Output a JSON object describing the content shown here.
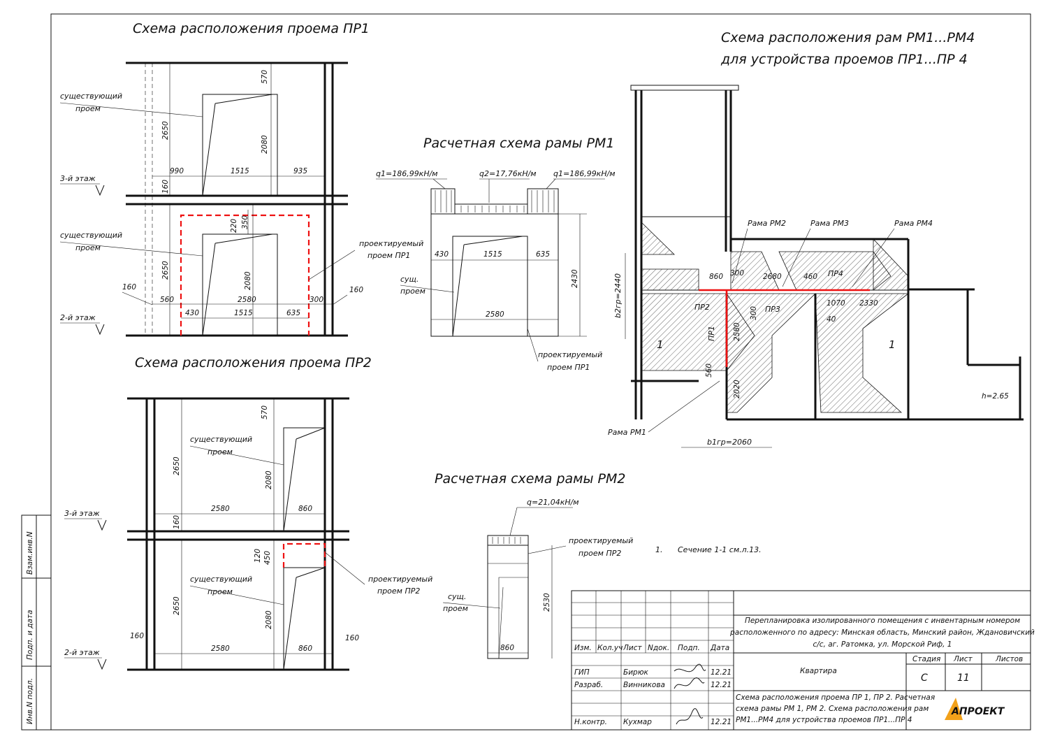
{
  "titles": {
    "pr1_scheme": "Схема расположения проема ПР1",
    "pr2_scheme": "Схема расположения проема ПР2",
    "frames_line1": "Схема расположения рам РМ1...РМ4",
    "frames_line2": "для устройства проемов ПР1...ПР 4",
    "rm1_calc": "Расчетная схема рамы РМ1",
    "rm2_calc": "Расчетная схема рамы РМ2"
  },
  "pr1": {
    "existing_opening_1": "существующий",
    "existing_opening_2": "проем",
    "floor3": "3-й этаж",
    "floor2": "2-й этаж",
    "designed_1": "проектируемый",
    "designed_2": "проем ПР1",
    "dims": {
      "d570": "570",
      "d2650a": "2650",
      "d2080a": "2080",
      "d990": "990",
      "d1515a": "1515",
      "d935": "935",
      "d160a": "160",
      "d220": "220",
      "d350": "350",
      "d2650b": "2650",
      "d2080b": "2080",
      "d160b": "160",
      "d560": "560",
      "d2580": "2580",
      "d300": "300",
      "d160c": "160",
      "d430": "430",
      "d1515b": "1515",
      "d635": "635"
    }
  },
  "pr2": {
    "existing_opening_1": "существующий",
    "existing_opening_2": "проем",
    "floor3": "3-й этаж",
    "floor2": "2-й этаж",
    "designed_1": "проектируемый",
    "designed_2": "проем ПР2",
    "dims": {
      "d570": "570",
      "d2650a": "2650",
      "d2080a": "2080",
      "d2580a": "2580",
      "d860a": "860",
      "d160a": "160",
      "d120": "120",
      "d450": "450",
      "d2650b": "2650",
      "d2080b": "2080",
      "d160b": "160",
      "d2580b": "2580",
      "d860b": "860",
      "d160c": "160"
    }
  },
  "rm1": {
    "q1_left": "q1=186,99кН/м",
    "q2": "q2=17,76кН/м",
    "q1_right": "q1=186,99кН/м",
    "d430": "430",
    "d1515": "1515",
    "d635": "635",
    "d2430": "2430",
    "d2580": "2580",
    "existing_1": "сущ.",
    "existing_2": "проем",
    "designed_1": "проектируемый",
    "designed_2": "проем ПР1"
  },
  "rm2": {
    "q": "q=21,04кН/м",
    "designed_1": "проектируемый",
    "designed_2": "проем ПР2",
    "existing_1": "сущ.",
    "existing_2": "проем",
    "d2530": "2530",
    "d860": "860"
  },
  "note": {
    "num": "1.",
    "text": "Сечение 1-1 см.л.13."
  },
  "plan": {
    "rama_pm2": "Рама РМ2",
    "rama_pm3": "Рама РМ3",
    "rama_pm4": "Рама РМ4",
    "rama_pm1": "Рама РМ1",
    "pr1": "ПР1",
    "pr2": "ПР2",
    "pr3": "ПР3",
    "pr4": "ПР4",
    "d860": "860",
    "d300a": "300",
    "d2680": "2680",
    "d460": "460",
    "d1070": "1070",
    "d2330": "2330",
    "d40": "40",
    "d300b": "300",
    "d2580": "2580",
    "d560": "560",
    "d2020": "2020",
    "b2": "b2гр=2440",
    "b1": "b1гр=2060",
    "h": "h=2.65",
    "sec1_left": "1",
    "sec1_right": "1"
  },
  "side_stamp": {
    "vzam": "Взам.инв.N",
    "podp": "Подп. и дата",
    "inv": "Инв.N подл."
  },
  "title_block": {
    "project": "Перепланировка изолированного помещения с инвентарным номером расположенного по адресу: Минская область, Минский район, Ждановичский с/с, аг. Ратомка, ул. Морской Риф, 1",
    "project_l1": "Перепланировка изолированного помещения с инвентарным номером",
    "project_l2": "расположенного по адресу: Минская область, Минский район, Ждановичский",
    "project_l3": "с/с, аг. Ратомка, ул. Морской Риф, 1",
    "object": "Квартира",
    "sheet_title_l1": "Схема расположения проема ПР 1, ПР 2. Расчетная",
    "sheet_title_l2": "схема рамы РМ 1, РМ 2. Схема расположения рам",
    "sheet_title_l3": "РМ1...РМ4  для устройства проемов ПР1...ПР 4",
    "headers": {
      "izm": "Изм.",
      "koluch": "Кол.уч",
      "list": "Лист",
      "ndok": "Nдок.",
      "podp": "Подп.",
      "data": "Дата"
    },
    "stage_h": "Стадия",
    "sheet_h": "Лист",
    "sheets_h": "Листов",
    "stage": "С",
    "sheet": "11",
    "rows": [
      {
        "role": "ГИП",
        "name": "Бирюк",
        "date": "12.21"
      },
      {
        "role": "Разраб.",
        "name": "Винникова",
        "date": "12.21"
      },
      {
        "role": "Н.контр.",
        "name": "Кухмар",
        "date": "12.21"
      }
    ],
    "logo": "АПРОЕКТ",
    "logo_accent": "#f2a11a"
  }
}
